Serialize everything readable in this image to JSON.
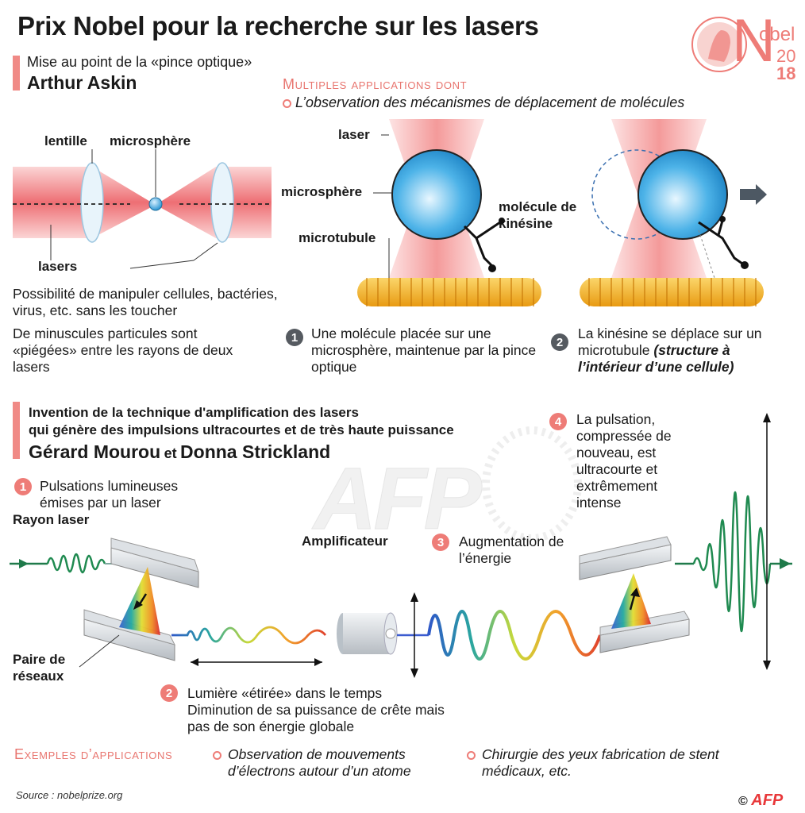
{
  "title": "Prix Nobel pour la recherche sur les lasers",
  "nobel_logo": {
    "word": "obel",
    "big_letter": "N",
    "year_top": "20",
    "year_bottom": "18"
  },
  "section1": {
    "subtitle": "Mise au point de la «pince optique»",
    "name": "Arthur Askin",
    "diagram": {
      "lens_label": "lentille",
      "sphere_label": "microsphère",
      "lasers_label": "lasers"
    },
    "text1": "Possibilité de manipuler cellules, bactéries, virus, etc. sans les toucher",
    "text2": "De minuscules particules sont «piégées» entre les rayons de deux lasers",
    "applications_header": "Multiples applications dont",
    "application_item": "L’observation des mécanismes de déplacement de molécules",
    "labels": {
      "laser": "laser",
      "microsphere": "microsphère",
      "microtubule": "microtubule",
      "kinesin": "molécule de kinésine"
    },
    "step1": {
      "num": "1",
      "text": "Une molécule placée sur une microsphère, maintenue par la pince optique"
    },
    "step2": {
      "num": "2",
      "text_plain": "La kinésine se déplace sur un microtubule ",
      "text_italic": "(structure à l’intérieur d’une cellule)"
    }
  },
  "section2": {
    "subtitle_line1": "Invention de la technique d'amplification des lasers",
    "subtitle_line2": "qui génère des impulsions ultracourtes et de très haute puissance",
    "name1": "Gérard Mourou",
    "conj": "et",
    "name2": "Donna Strickland",
    "step1": {
      "num": "1",
      "text": "Pulsations lumineuses émises par un laser"
    },
    "rayon_label": "Rayon laser",
    "amplifier_label": "Amplificateur",
    "gratings_label": "Paire de réseaux",
    "step2": {
      "num": "2",
      "text": "Lumière «étirée» dans le temps Diminution de sa puissance de crête mais pas de son énergie globale"
    },
    "step3": {
      "num": "3",
      "text": "Augmentation de l’énergie"
    },
    "step4": {
      "num": "4",
      "text": "La pulsation, compressée de nouveau, est ultracourte et extrêmement intense"
    }
  },
  "examples": {
    "header": "Exemples d’applications",
    "item1": "Observation de mouvements d’électrons autour d’un atome",
    "item2": "Chirurgie des yeux fabrication de stent médicaux, etc."
  },
  "watermark": "AFP",
  "source": "Source : nobelprize.org",
  "copyright": {
    "symbol": "©",
    "brand": "AFP"
  },
  "colors": {
    "accent": "#f08a86",
    "laser_pink": "#f4a3a3",
    "sphere_blue": "#3fa9e0",
    "tubule_yellow": "#f3b52a",
    "wave_green": "#2e8b57",
    "badge_gray": "#555a60"
  }
}
